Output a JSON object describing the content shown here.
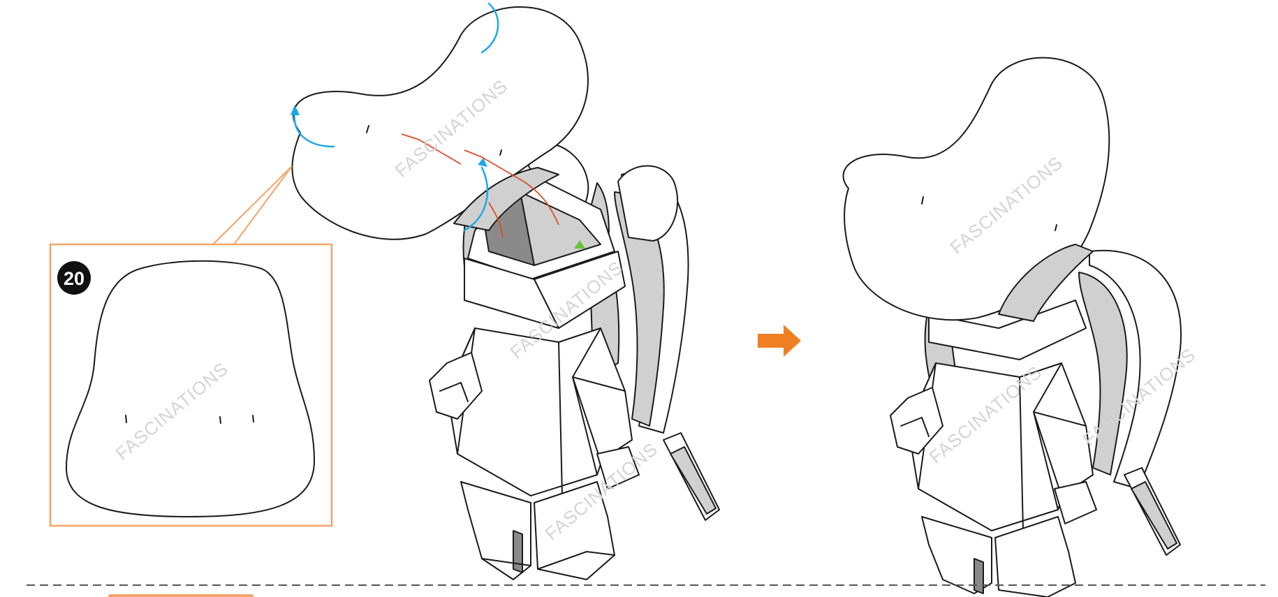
{
  "step": {
    "number": "20"
  },
  "watermark": "FASCINATIONS",
  "colors": {
    "inset_border": "#f5a465",
    "next_arrow": "#f07f22",
    "bottom_tab": "#f6a26a",
    "fold_arrow": "#1ba9e6",
    "glue_marker": "#e04a2a",
    "tab_marker": "#6cbf3a",
    "dashed_rule": "#555555"
  },
  "icons": {
    "step_badge": "step-number-badge",
    "next_arrow": "right-arrow-icon",
    "fold_arrows": "curved-arrow-icon",
    "glue_tab": "triangle-marker-icon"
  }
}
